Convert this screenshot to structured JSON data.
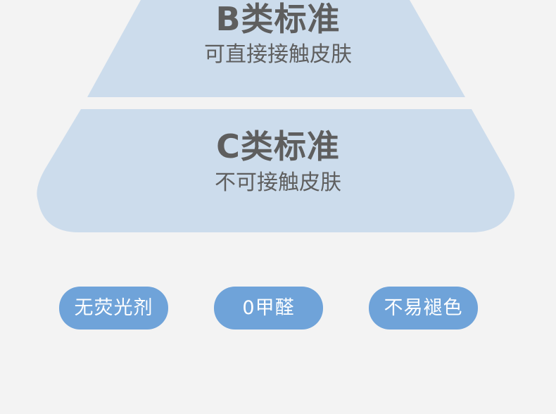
{
  "colors": {
    "background": "#f3f3f3",
    "tier_fill": "#ccdcec",
    "text": "#5e5e5e",
    "pill_fill": "#6fa3d9",
    "pill_text": "#ffffff"
  },
  "tiers": [
    {
      "title": "B类标准",
      "subtitle": "可直接接触皮肤"
    },
    {
      "title": "C类标准",
      "subtitle": "不可接触皮肤"
    }
  ],
  "features": [
    {
      "label": "无荧光剂"
    },
    {
      "label": "0甲醛"
    },
    {
      "label": "不易褪色"
    }
  ]
}
